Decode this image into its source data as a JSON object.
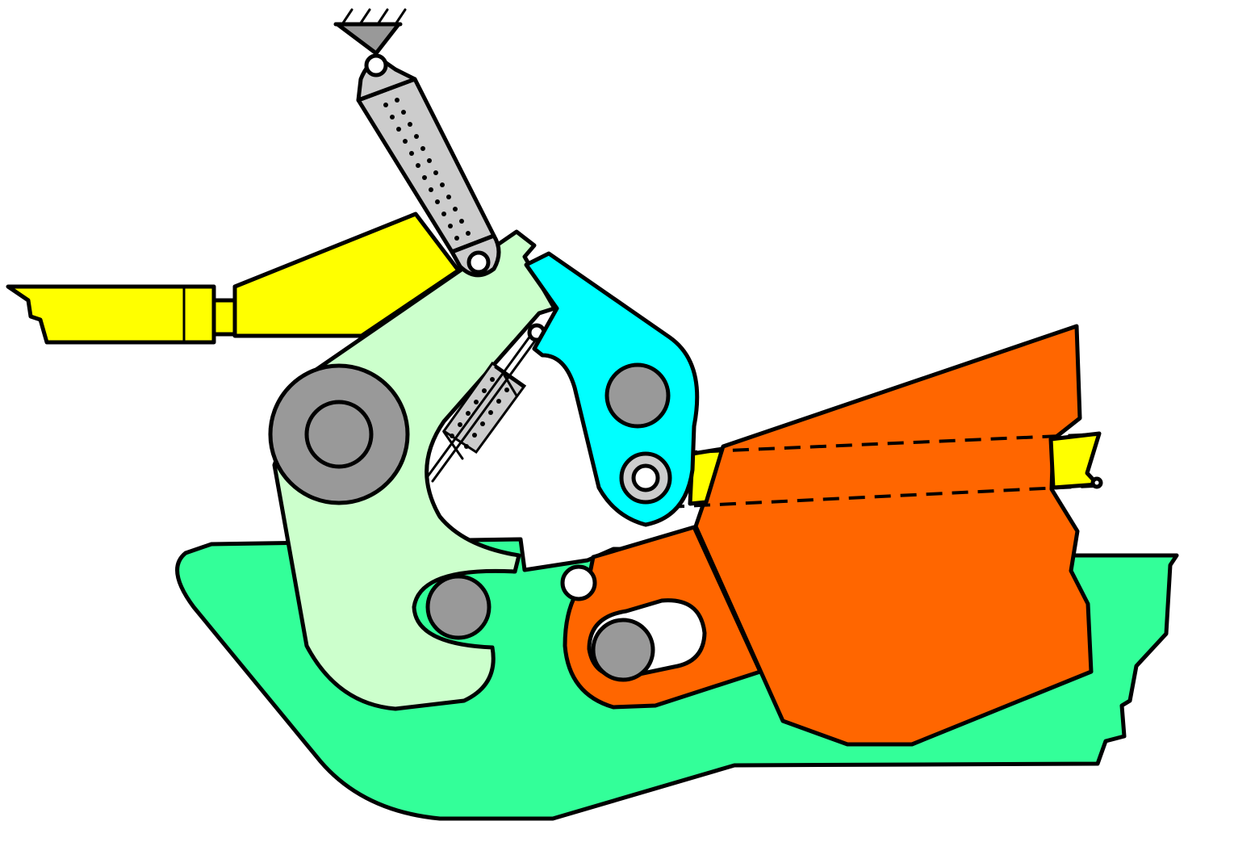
{
  "title": "",
  "colors": {
    "outline": "#000000",
    "base_frame": "#33ff99",
    "main_lever": "#ccffcc",
    "latch": "#00ffff",
    "cutter_block": "#ff6600",
    "cylinder_rod": "#ffff00",
    "spring_strut": "#cccccc",
    "pin": "#999999",
    "background": "#ffffff"
  },
  "parts": [
    {
      "id": "ground-support",
      "icon": "ground-hatch-icon"
    },
    {
      "id": "spring-strut",
      "icon": "spring-icon"
    },
    {
      "id": "hydraulic-cylinder",
      "icon": "cylinder-icon"
    },
    {
      "id": "main-lever",
      "icon": "lever-icon"
    },
    {
      "id": "latch",
      "icon": "latch-icon"
    },
    {
      "id": "base-frame",
      "icon": "frame-icon"
    },
    {
      "id": "cutter-block",
      "icon": "block-icon"
    },
    {
      "id": "pins",
      "icon": "pin-icon"
    }
  ]
}
